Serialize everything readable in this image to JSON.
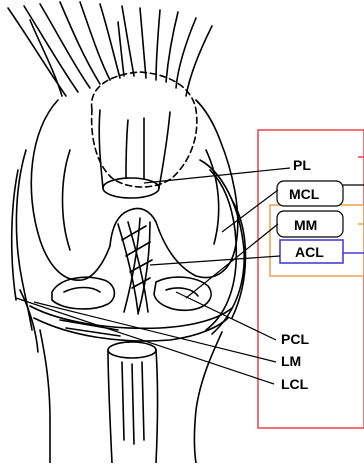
{
  "labels": {
    "pl": "PL",
    "mcl": "MCL",
    "mm": "MM",
    "acl": "ACL",
    "pcl": "PCL",
    "lm": "LM",
    "lcl": "LCL"
  },
  "colors": {
    "outer_frame": "#e8434b",
    "mm_frame": "#e9a44c",
    "acl_frame": "#4a3fd4",
    "line": "#000000"
  }
}
